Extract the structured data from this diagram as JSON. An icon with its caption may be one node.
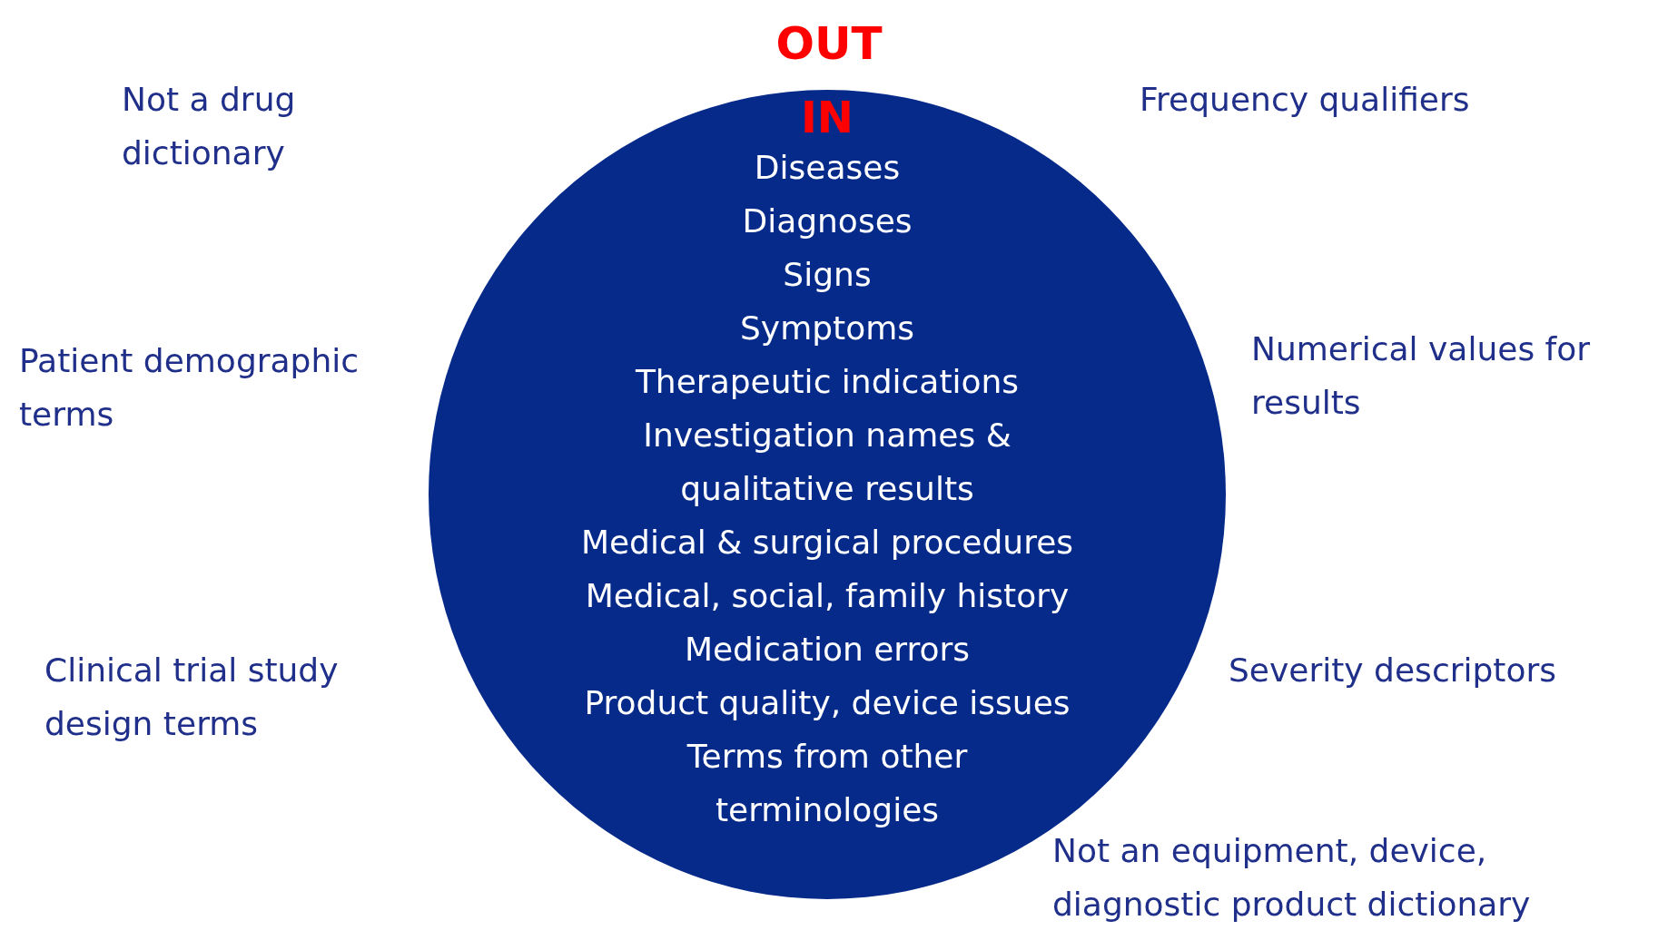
{
  "diagram": {
    "title": "OUT",
    "nodes": [
      {
        "text": [
          "IN",
          "Diseases",
          "Diagnoses",
          "Signs",
          "Symptoms",
          "Therapeutic indications",
          "Investigation names & qualitative results",
          "Medical & surgical procedures",
          "Medical, social, family history",
          "Medication errors",
          "Product quality, device issues",
          "Terms from other terminologies"
        ]
      }
    ],
    "edges": [],
    "labels": [
      "Not a drug dictionary",
      "Frequency qualifiers",
      "Patient demographic terms",
      "Numerical values for results",
      "Clinical trial study design terms",
      "Severity descriptors",
      "Not an equipment, device, diagnostic product dictionary"
    ]
  }
}
